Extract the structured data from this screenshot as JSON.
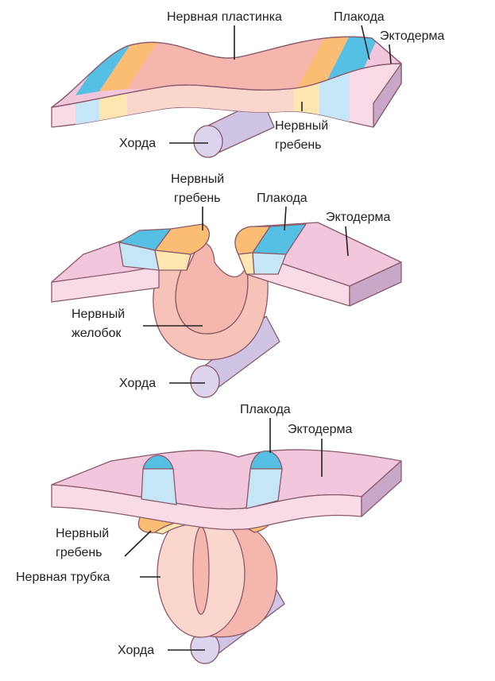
{
  "colors": {
    "ectoderm_top": "#f2c6dc",
    "ectoderm_side": "#f9dbe8",
    "neural_plate": "#f5b6ae",
    "neural_side": "#fad6cd",
    "neural_crest": "#fbbd73",
    "crest_side": "#fde6b0",
    "placode": "#55c0e4",
    "placode_side": "#c4e6f6",
    "notochord": "#dcd3ec"
  },
  "stage1": {
    "neural_plate": "Нервная пластинка",
    "placode": "Плакода",
    "ectoderm": "Эктодерма",
    "neural_crest_1": "Нервный",
    "neural_crest_2": "гребень",
    "notochord": "Хорда"
  },
  "stage2": {
    "neural_crest_1": "Нервный",
    "neural_crest_2": "гребень",
    "placode": "Плакода",
    "ectoderm": "Эктодерма",
    "neural_groove_1": "Нервный",
    "neural_groove_2": "желобок",
    "notochord": "Хорда"
  },
  "stage3": {
    "placode": "Плакода",
    "ectoderm": "Эктодерма",
    "neural_crest_1": "Нервный",
    "neural_crest_2": "гребень",
    "neural_tube": "Нервная трубка",
    "notochord": "Хорда"
  }
}
